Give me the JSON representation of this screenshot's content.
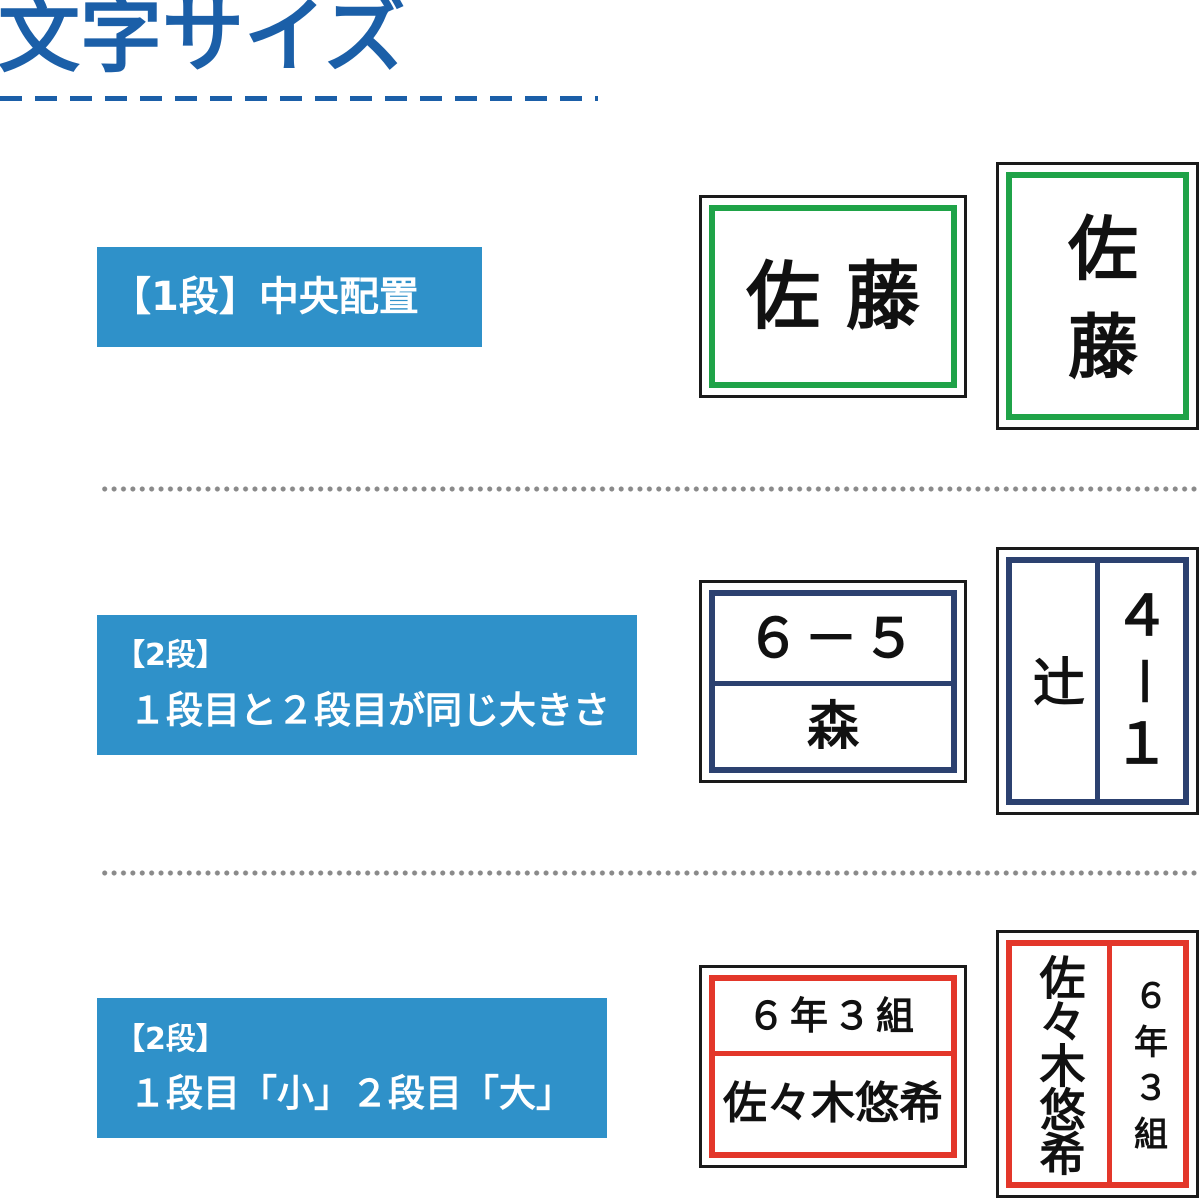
{
  "title": "文字サイズ",
  "colors": {
    "title": "#1b5fa8",
    "label_bg": "#2f91c9",
    "label_text": "#ffffff",
    "row1_border": "#1fa348",
    "row2_border": "#2c4170",
    "row3_border": "#e3372a",
    "separator": "#8a8a8a",
    "tag_outline": "#1a1a1a"
  },
  "rows": [
    {
      "label": {
        "line1": "【1段】中央配置"
      },
      "horizontal_tag": {
        "text": "佐 藤"
      },
      "vertical_tag": {
        "text": "佐藤"
      }
    },
    {
      "label": {
        "line1": "【2段】",
        "line2": "１段目と２段目が同じ大きさ"
      },
      "horizontal_tag": {
        "top": "６－５",
        "bottom": "森"
      },
      "vertical_tag": {
        "left": "辻",
        "right_chars": [
          "４",
          "－",
          "１"
        ]
      }
    },
    {
      "label": {
        "line1": "【2段】",
        "line2": "１段目「小」２段目「大」"
      },
      "horizontal_tag": {
        "top": "６年３組",
        "bottom": "佐々木悠希"
      },
      "vertical_tag": {
        "left": "佐々木悠希",
        "right": "６年３組"
      }
    }
  ]
}
